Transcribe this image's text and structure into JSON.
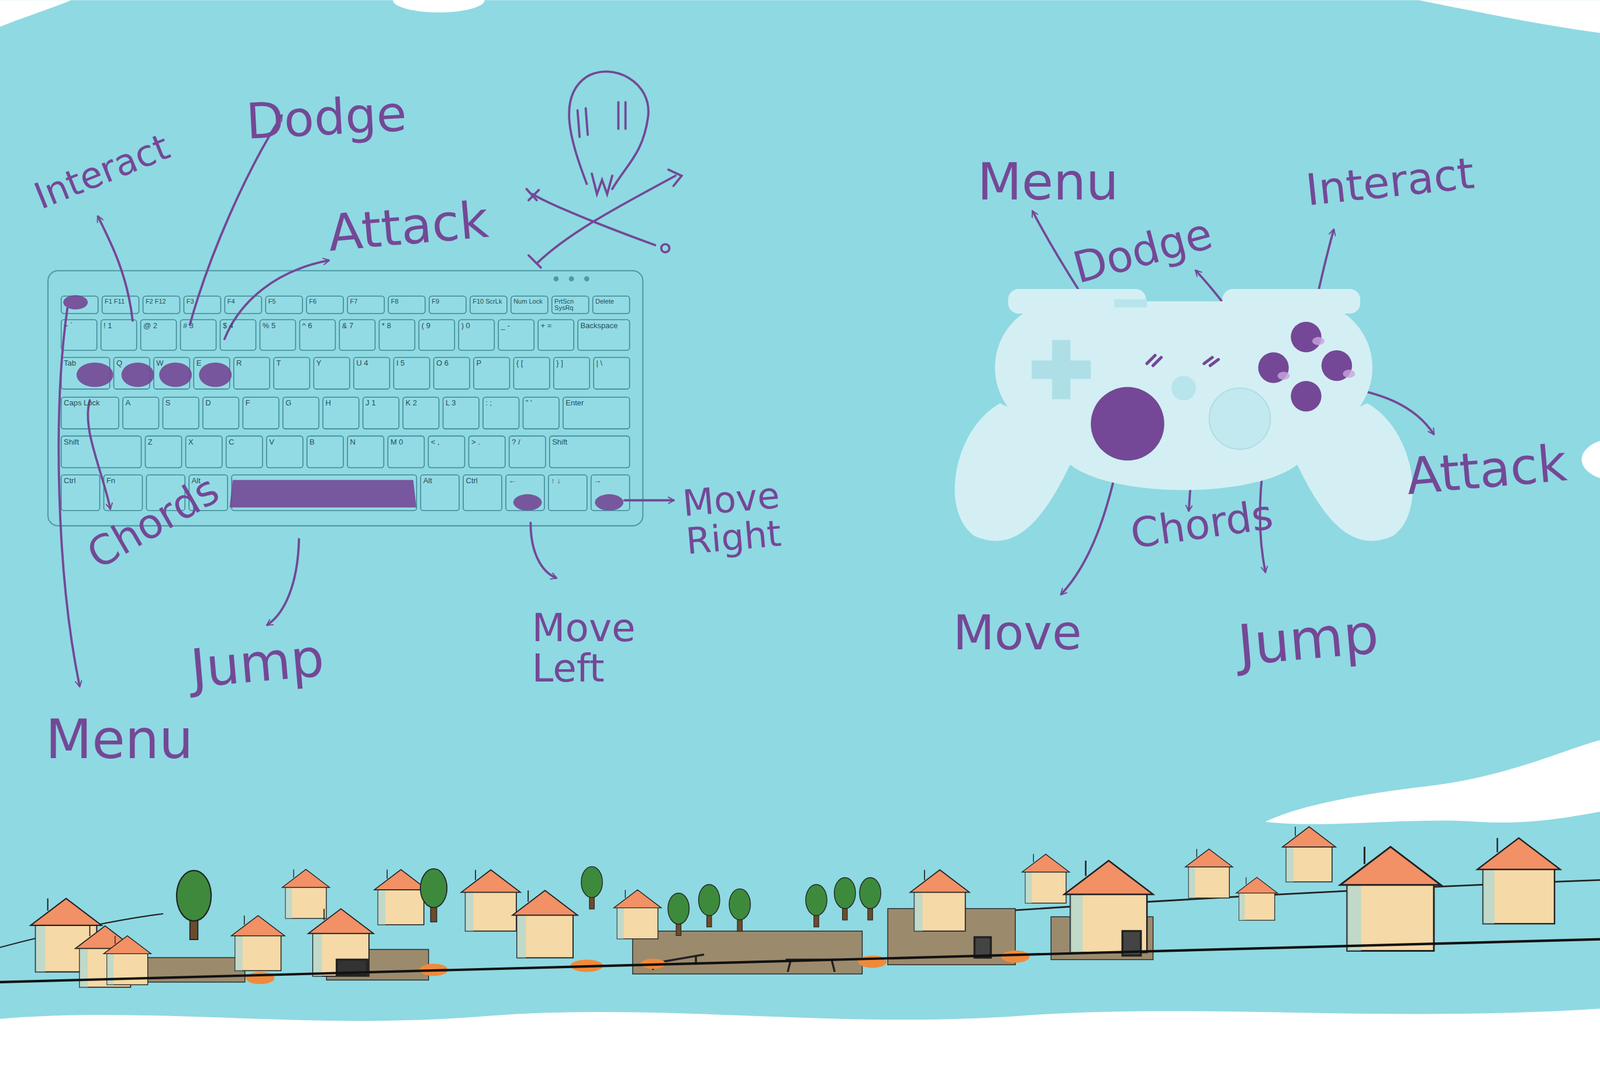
{
  "diagram": {
    "labels": [
      "Dodge",
      "Interact",
      "Attack",
      "Menu",
      "Interact",
      "Dodge",
      "Move Right",
      "Chords",
      "Chords",
      "Attack",
      "Move Left",
      "Move",
      "Jump",
      "Jump",
      "Menu",
      "F1 F11",
      "F2 F12",
      "F3",
      "F4",
      "F5",
      "F6",
      "F7",
      "F8",
      "F9",
      "F10 ScrLk",
      "Num Lock",
      "PrtScn SysRq",
      "Delete",
      "~ `",
      "! 1",
      "@ 2",
      "# 3",
      "$ 4",
      "% 5",
      "^ 6",
      "& 7",
      "* 8",
      "( 9",
      ") 0",
      "_ -",
      "+ =",
      "Backspace",
      "Tab",
      "Q",
      "W",
      "E",
      "R",
      "T",
      "Y",
      "U 4",
      "I 5",
      "O 6",
      "P",
      "{ [",
      "} ]",
      "| \\",
      "Caps Lock",
      "A",
      "S",
      "D",
      "F",
      "G",
      "H",
      "J 1",
      "K 2",
      "L 3",
      ": ;",
      "\" '",
      "Enter",
      "Shift",
      "Z",
      "X",
      "C",
      "V",
      "B",
      "N",
      "M 0",
      "< ,",
      "> .",
      "? /",
      "Shift",
      "Ctrl",
      "Fn",
      "Alt",
      "Alt",
      "Ctrl",
      "←",
      "↑ ↓",
      "→"
    ]
  }
}
